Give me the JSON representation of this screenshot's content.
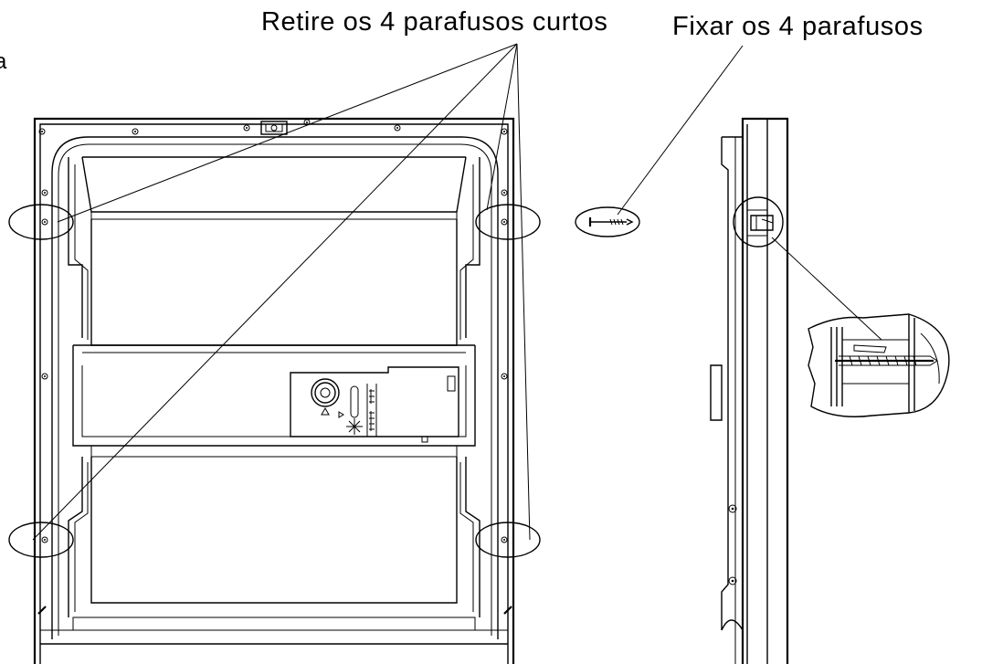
{
  "labels": {
    "remove_short_screws": "Retire os 4 parafusos curtos",
    "fix_screws": "Fixar os 4 parafusos",
    "edge_fragment": "a"
  },
  "icons": {
    "remove_callout_highlights": "ellipse-outline",
    "screw_illustration": "long-screw-icon",
    "detail_magnifier": "circle-zoom-callout"
  }
}
